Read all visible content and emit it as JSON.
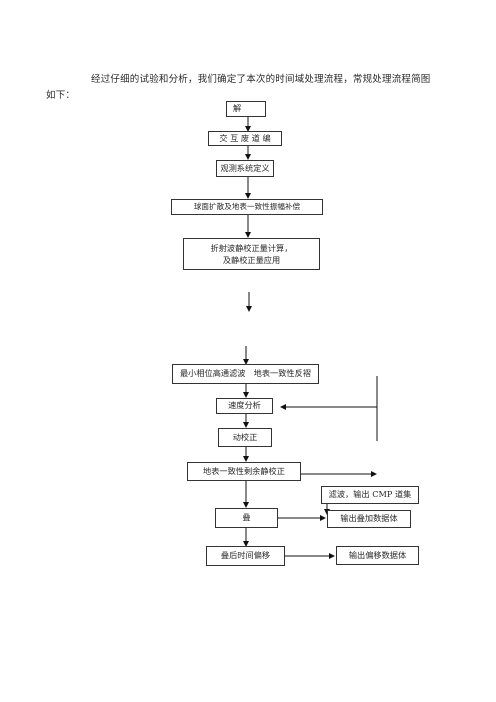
{
  "intro": "经过仔细的试验和分析，我们确定了本次的时间域处理流程，常规处理流程简图如下：",
  "flow": {
    "decode": "解",
    "interactive_edit": "交 互 废 道 编",
    "geometry": "观测系统定义",
    "amp_comp": "球面扩散及地表一致性振幅补偿",
    "refraction_statics_line1": "折射波静校正量计算，",
    "refraction_statics_line2": "及静校正量应用",
    "min_phase": "最小相位高通滤波　地表一致性反褶",
    "velocity": "速度分析",
    "nmo": "动校正",
    "residual_statics": "地表一致性剩余静校正",
    "filter_cmp": "滤波，输出 CMP 道集",
    "stack": "叠",
    "stack_output": "输出叠加数据体",
    "migration": "叠后时间偏移",
    "migration_output": "输出偏移数据体"
  }
}
